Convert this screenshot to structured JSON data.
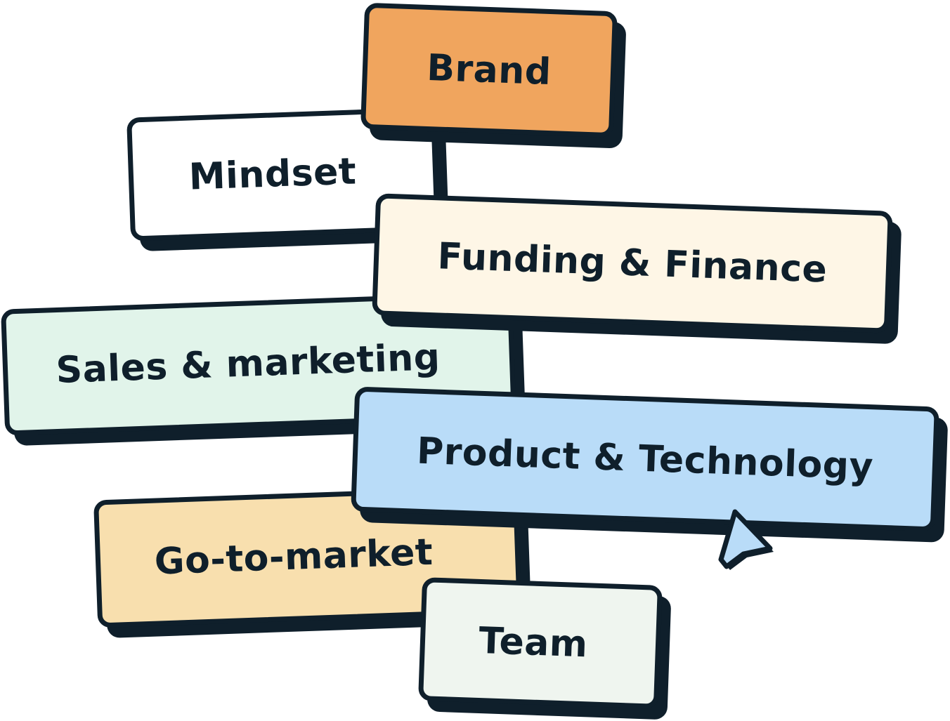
{
  "tags": {
    "brand": {
      "label": "Brand",
      "color": "#f0a55e"
    },
    "mindset": {
      "label": "Mindset",
      "color": "#ffffff"
    },
    "funding": {
      "label": "Funding & Finance",
      "color": "#fef6e6"
    },
    "sales": {
      "label": "Sales & marketing",
      "color": "#e1f4ea"
    },
    "product": {
      "label": "Product & Technology",
      "color": "#b9dcf8"
    },
    "gtm": {
      "label": "Go-to-market",
      "color": "#f8dfae"
    },
    "team": {
      "label": "Team",
      "color": "#eff5ef"
    }
  },
  "icons": {
    "cursor": "pointer-cursor-icon"
  },
  "colors": {
    "outline": "#0f1f2b"
  }
}
